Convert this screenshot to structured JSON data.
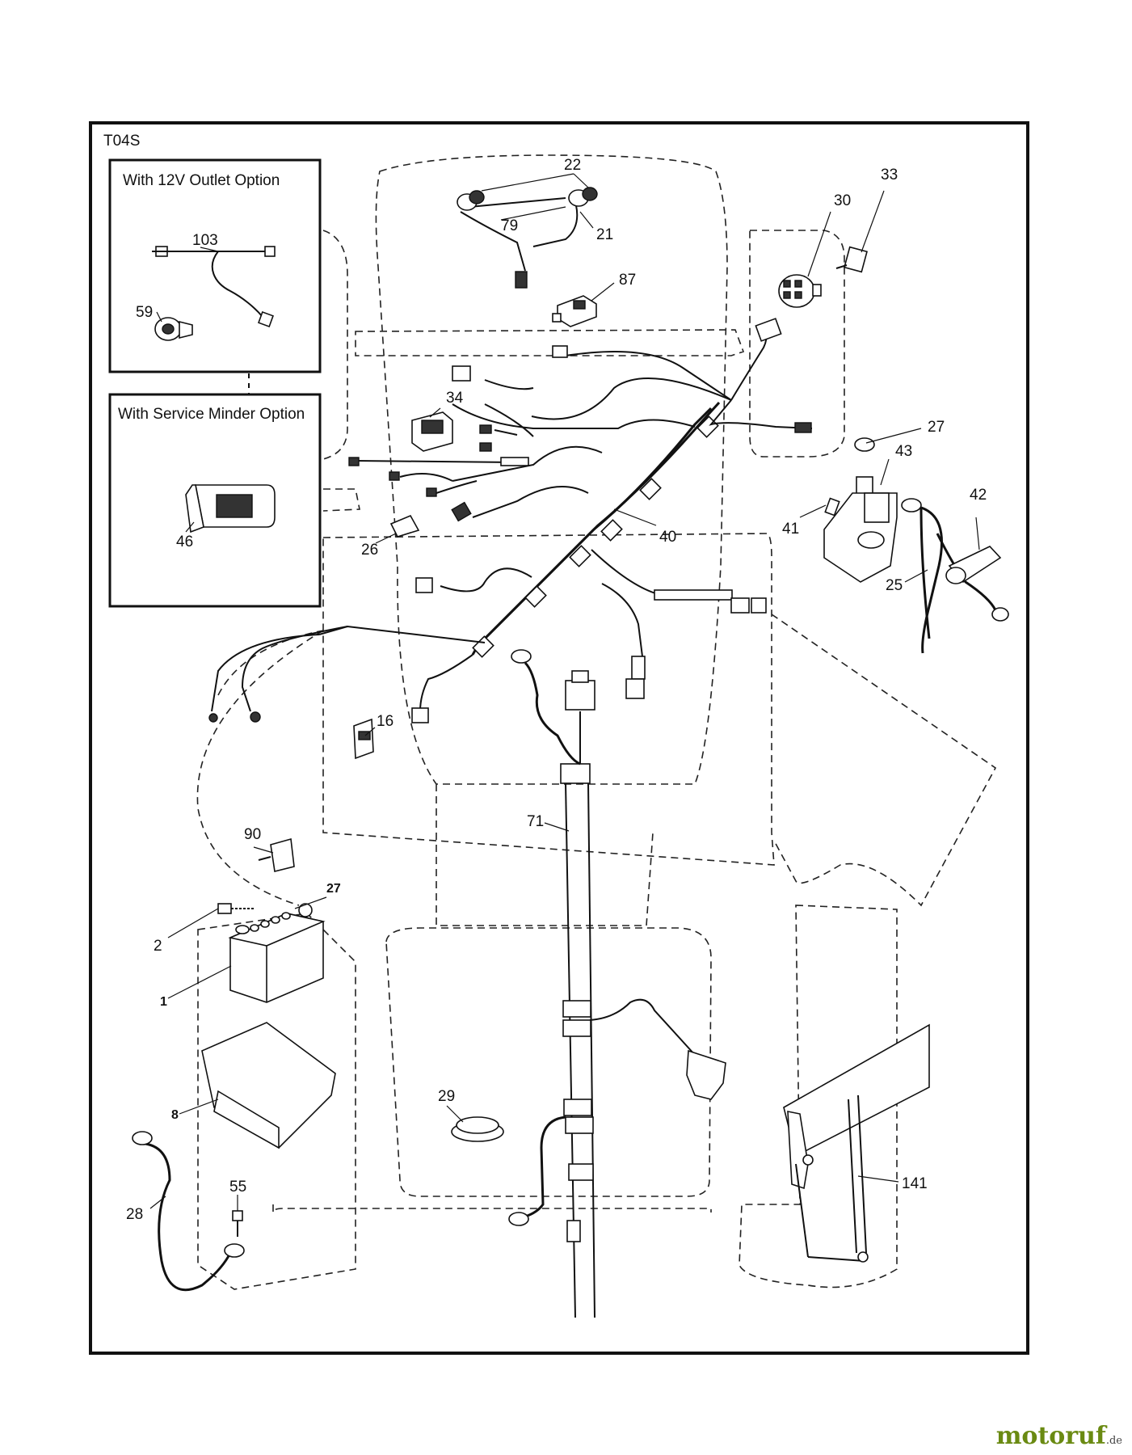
{
  "diagram_code": "T04S",
  "insets": {
    "outlet_option": "With 12V Outlet Option",
    "minder_option": "With Service Minder Option"
  },
  "labels": {
    "p103": "103",
    "p59": "59",
    "p46": "46",
    "p22": "22",
    "p79": "79",
    "p21": "21",
    "p87": "87",
    "p30": "30",
    "p33": "33",
    "p34": "34",
    "p26": "26",
    "p40": "40",
    "p27a": "27",
    "p43": "43",
    "p41": "41",
    "p42": "42",
    "p25": "25",
    "p16": "16",
    "p71": "71",
    "p90": "90",
    "p27b": "27",
    "p2": "2",
    "p1": "1",
    "p8": "8",
    "p29": "29",
    "p28": "28",
    "p55": "55",
    "p141": "141"
  },
  "watermark": {
    "name": "motoruf",
    "suffix": ".de"
  }
}
